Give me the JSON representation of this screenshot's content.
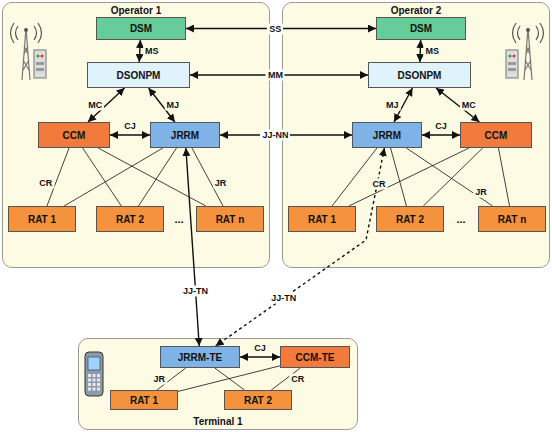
{
  "diagram": {
    "nodes": [
      {
        "text": [
          "Operator 1"
        ]
      },
      {
        "text": [
          "DSM"
        ],
        "in": 0
      },
      {
        "text": [
          "DSONPM"
        ],
        "in": 0
      },
      {
        "text": [
          "CCM"
        ],
        "in": 0
      },
      {
        "text": [
          "JRRM"
        ],
        "in": 0
      },
      {
        "text": [
          "RAT 1"
        ],
        "in": 0
      },
      {
        "text": [
          "RAT 2"
        ],
        "in": 0
      },
      {
        "text": [
          "RAT n"
        ],
        "in": 0
      },
      {
        "text": [
          "Operator 2"
        ]
      },
      {
        "text": [
          "DSM"
        ],
        "in": 8
      },
      {
        "text": [
          "DSONPM"
        ],
        "in": 8
      },
      {
        "text": [
          "JRRM"
        ],
        "in": 8
      },
      {
        "text": [
          "CCM"
        ],
        "in": 8
      },
      {
        "text": [
          "RAT 1"
        ],
        "in": 8
      },
      {
        "text": [
          "RAT 2"
        ],
        "in": 8
      },
      {
        "text": [
          "RAT n"
        ],
        "in": 8
      },
      {
        "text": [
          "Terminal 1"
        ]
      },
      {
        "text": [
          "JRRM-TE"
        ],
        "in": 16
      },
      {
        "text": [
          "CCM-TE"
        ],
        "in": 16
      },
      {
        "text": [
          "RAT 1"
        ],
        "in": 16
      },
      {
        "text": [
          "RAT 2"
        ],
        "in": 16
      }
    ],
    "edges": [
      {
        "from": 1,
        "to": 9,
        "arrow": "both",
        "label": "SS"
      },
      {
        "from": 1,
        "to": 2,
        "arrow": "both",
        "label": "MS"
      },
      {
        "from": 9,
        "to": 10,
        "arrow": "both",
        "label": "MS"
      },
      {
        "from": 2,
        "to": 10,
        "arrow": "both",
        "label": "MM"
      },
      {
        "from": 2,
        "to": 3,
        "arrow": "both",
        "label": "MC"
      },
      {
        "from": 2,
        "to": 4,
        "arrow": "both",
        "label": "MJ"
      },
      {
        "from": 3,
        "to": 4,
        "arrow": "both",
        "label": "CJ"
      },
      {
        "from": 4,
        "to": 11,
        "arrow": "both",
        "label": "JJ-NN"
      },
      {
        "from": 10,
        "to": 12,
        "arrow": "both",
        "label": "MC"
      },
      {
        "from": 10,
        "to": 11,
        "arrow": "both",
        "label": "MJ"
      },
      {
        "from": 11,
        "to": 12,
        "arrow": "both",
        "label": "CJ"
      },
      {
        "from": 3,
        "to": 5,
        "arrow": "none",
        "label": "CR"
      },
      {
        "from": 3,
        "to": 6,
        "arrow": "none"
      },
      {
        "from": 3,
        "to": 7,
        "arrow": "none"
      },
      {
        "from": 4,
        "to": 5,
        "arrow": "none"
      },
      {
        "from": 4,
        "to": 6,
        "arrow": "none"
      },
      {
        "from": 4,
        "to": 7,
        "arrow": "none",
        "label": "JR"
      },
      {
        "from": 12,
        "to": 13,
        "arrow": "none",
        "label": "CR"
      },
      {
        "from": 12,
        "to": 14,
        "arrow": "none"
      },
      {
        "from": 12,
        "to": 15,
        "arrow": "none"
      },
      {
        "from": 11,
        "to": 13,
        "arrow": "none"
      },
      {
        "from": 11,
        "to": 14,
        "arrow": "none"
      },
      {
        "from": 11,
        "to": 15,
        "arrow": "none",
        "label": "JR"
      },
      {
        "from": 4,
        "to": 17,
        "arrow": "both",
        "label": "JJ-TN"
      },
      {
        "from": 11,
        "to": 17,
        "arrow": "both",
        "label": "JJ-TN"
      },
      {
        "from": 17,
        "to": 18,
        "arrow": "both",
        "label": "CJ"
      },
      {
        "from": 17,
        "to": 19,
        "arrow": "none",
        "label": "JR"
      },
      {
        "from": 17,
        "to": 20,
        "arrow": "none"
      },
      {
        "from": 18,
        "to": 19,
        "arrow": "none"
      },
      {
        "from": 18,
        "to": 20,
        "arrow": "none",
        "label": "CR"
      }
    ],
    "labels": [
      "...",
      "..."
    ]
  }
}
